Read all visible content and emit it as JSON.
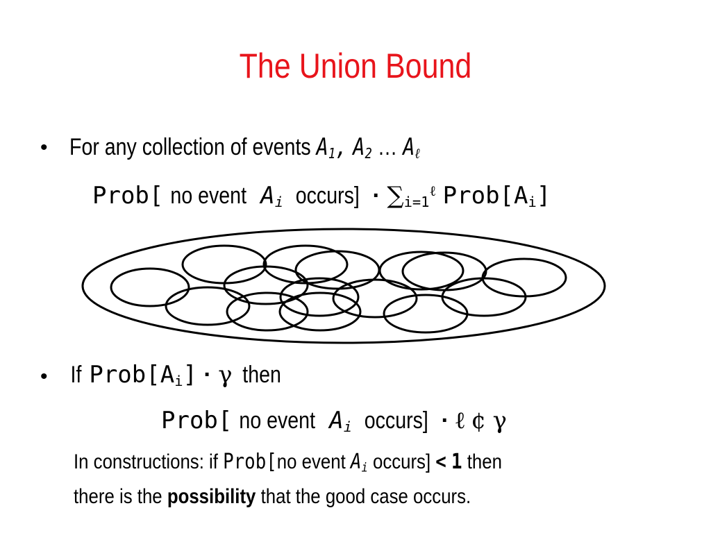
{
  "slide": {
    "title": "The Union Bound",
    "bullet1": {
      "lead": "For any collection of events",
      "events": {
        "a1": "A",
        "a1_sub": "1",
        "sep1": ",",
        "a2": "A",
        "a2_sub": "2",
        "ellipsis": "…",
        "al": "A",
        "al_sub": "ℓ"
      },
      "line2": {
        "prob": "Prob[",
        "no_event": "no event",
        "ai": "A",
        "ai_sub": "i",
        "occurs": "occurs]",
        "dot": "·",
        "sum": "∑",
        "sum_sub": "i=1",
        "sum_sup": "ℓ",
        "prob_ai_open": "Prob[A",
        "prob_ai_sub": "i",
        "prob_ai_close": "]"
      }
    },
    "bullet2": {
      "if": "If",
      "prob_open": "Prob[A",
      "prob_sub": "i",
      "prob_close": "]",
      "dot": "·",
      "gamma": "γ",
      "then": "then",
      "line2": {
        "prob": "Prob[",
        "no_event": "no event",
        "ai": "A",
        "ai_sub": "i",
        "occurs": "occurs]",
        "dot": "·",
        "ell": "ℓ",
        "cent": "¢",
        "gamma": "γ"
      }
    },
    "note": {
      "pre": "In constructions: if",
      "prob": "Prob[",
      "no_event": "no event",
      "ai": "A",
      "ai_sub": "i",
      "occurs": "occurs]",
      "lt": "<",
      "one": "1",
      "then": "then",
      "line2_pre": "there is the",
      "line2_bold": "possibility",
      "line2_post": "that the good case occurs."
    },
    "bullet_glyph": "•"
  }
}
